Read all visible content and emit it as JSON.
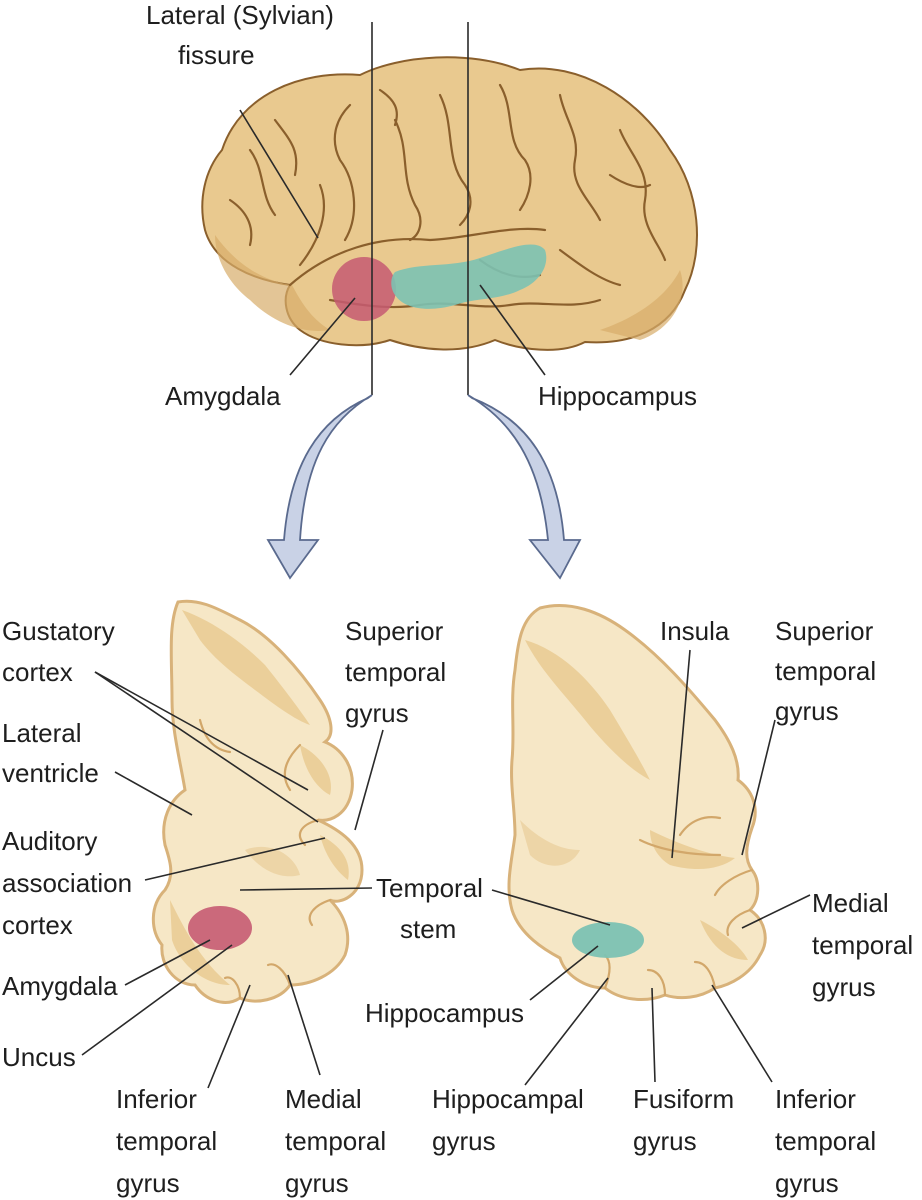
{
  "colors": {
    "cortex": "#e9c98f",
    "cortex_shade": "#c79a55",
    "sulcus": "#8a5f2c",
    "section_fill": "#f6e7c6",
    "section_grey": "#e8c98e",
    "amygdala": "#c65b72",
    "hippocampus": "#7cc2b3",
    "arrow": "#c9d2e6",
    "arrow_edge": "#5a6a8e"
  },
  "top": {
    "lateral_fissure": [
      "Lateral (Sylvian)",
      "fissure"
    ],
    "amygdala": "Amygdala",
    "hippocampus": "Hippocampus"
  },
  "left_section": {
    "gustatory": [
      "Gustatory",
      "cortex"
    ],
    "lateral_ventricle": [
      "Lateral",
      "ventricle"
    ],
    "auditory": [
      "Auditory",
      "association",
      "cortex"
    ],
    "amygdala": "Amygdala",
    "uncus": "Uncus",
    "superior_temporal": [
      "Superior",
      "temporal",
      "gyrus"
    ],
    "inferior_temporal": [
      "Inferior",
      "temporal",
      "gyrus"
    ],
    "medial_temporal": [
      "Medial",
      "temporal",
      "gyrus"
    ]
  },
  "center": {
    "temporal_stem": [
      "Temporal",
      "stem"
    ]
  },
  "right_section": {
    "insula": "Insula",
    "superior_temporal": [
      "Superior",
      "temporal",
      "gyrus"
    ],
    "medial_temporal": [
      "Medial",
      "temporal",
      "gyrus"
    ],
    "hippocampus": "Hippocampus",
    "hippocampal_gyrus": [
      "Hippocampal",
      "gyrus"
    ],
    "fusiform_gyrus": [
      "Fusiform",
      "gyrus"
    ],
    "inferior_temporal": [
      "Inferior",
      "temporal",
      "gyrus"
    ]
  }
}
